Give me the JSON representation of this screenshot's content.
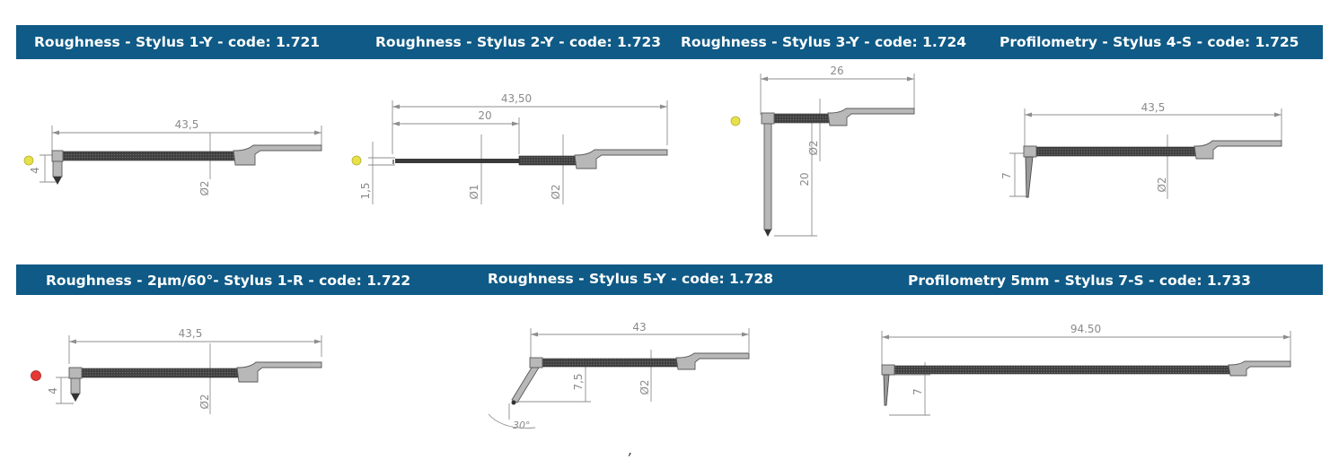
{
  "titles": {
    "s1y": "Roughness - Stylus 1-Y - code: 1.721",
    "s2y": "Roughness - Stylus 2-Y - code: 1.723",
    "s3y": "Roughness - Stylus 3-Y - code: 1.724",
    "s4s": "Profilometry - Stylus 4-S - code: 1.725",
    "s1r": "Roughness - 2µm/60°- Stylus 1-R - code: 1.722",
    "s5y": "Roughness - Stylus 5-Y - code: 1.728",
    "s7s": "Profilometry 5mm - Stylus 7-S - code: 1.733"
  },
  "dims": {
    "s1y": {
      "length": "43,5",
      "height": "4",
      "diameter": "Ø2"
    },
    "s2y": {
      "length": "43,50",
      "inner": "20",
      "height": "1,5",
      "tip_diameter": "Ø1",
      "diameter": "Ø2"
    },
    "s3y": {
      "length": "26",
      "height": "20",
      "diameter": "Ø2"
    },
    "s4s": {
      "length": "43,5",
      "height": "7",
      "diameter": "Ø2"
    },
    "s1r": {
      "length": "43,5",
      "height": "4",
      "diameter": "Ø2"
    },
    "s5y": {
      "length": "43",
      "height": "7,5",
      "diameter": "Ø2",
      "angle": "30°"
    },
    "s7s": {
      "length": "94.50",
      "height": "7"
    }
  },
  "dots": {
    "yellow": "#e6e04a",
    "red": "#e53935"
  },
  "colors": {
    "band": "#0f5a86"
  },
  "stray_mark": ","
}
